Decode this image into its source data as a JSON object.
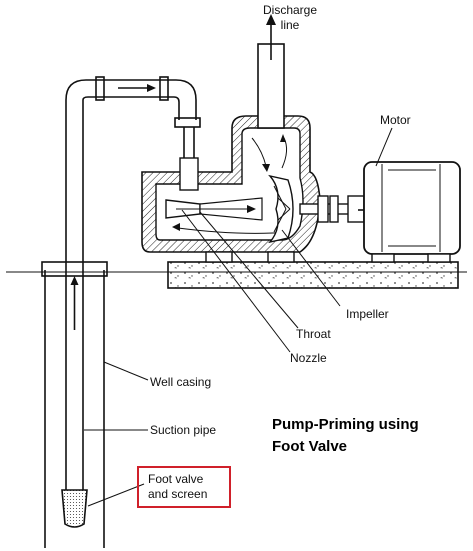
{
  "labels": {
    "discharge_line_1": "Discharge",
    "discharge_line_2": "line",
    "motor": "Motor",
    "impeller": "Impeller",
    "throat": "Throat",
    "nozzle": "Nozzle",
    "well_casing": "Well casing",
    "suction_pipe": "Suction pipe",
    "foot_valve_1": "Foot valve",
    "foot_valve_2": "and screen"
  },
  "title": {
    "line1": "Pump-Priming using",
    "line2": "Foot Valve"
  },
  "colors": {
    "highlight_box": "#d0202a",
    "ink": "#111111"
  }
}
